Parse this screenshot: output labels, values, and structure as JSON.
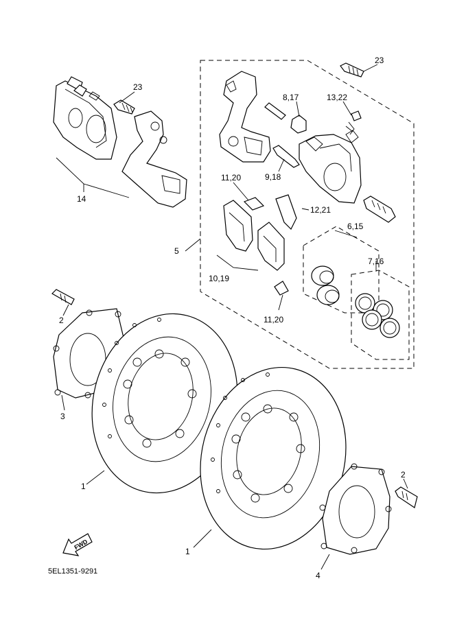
{
  "labels": {
    "p23_top": "23",
    "p23_left": "23",
    "p8_17": "8,17",
    "p13_22": "13,22",
    "p9_18": "9,18",
    "p11_20_top": "11,20",
    "p12_21": "12,21",
    "p14": "14",
    "p5": "5",
    "p6_15": "6,15",
    "p7_16": "7,16",
    "p10_19": "10,19",
    "p11_20_bottom": "11,20",
    "p2_left": "2",
    "p3": "3",
    "p1_left": "1",
    "p2_right": "2",
    "p1_right": "1",
    "p4": "4"
  },
  "fwd_arrow": "FWD",
  "diagram_code": "5EL1351-9291"
}
